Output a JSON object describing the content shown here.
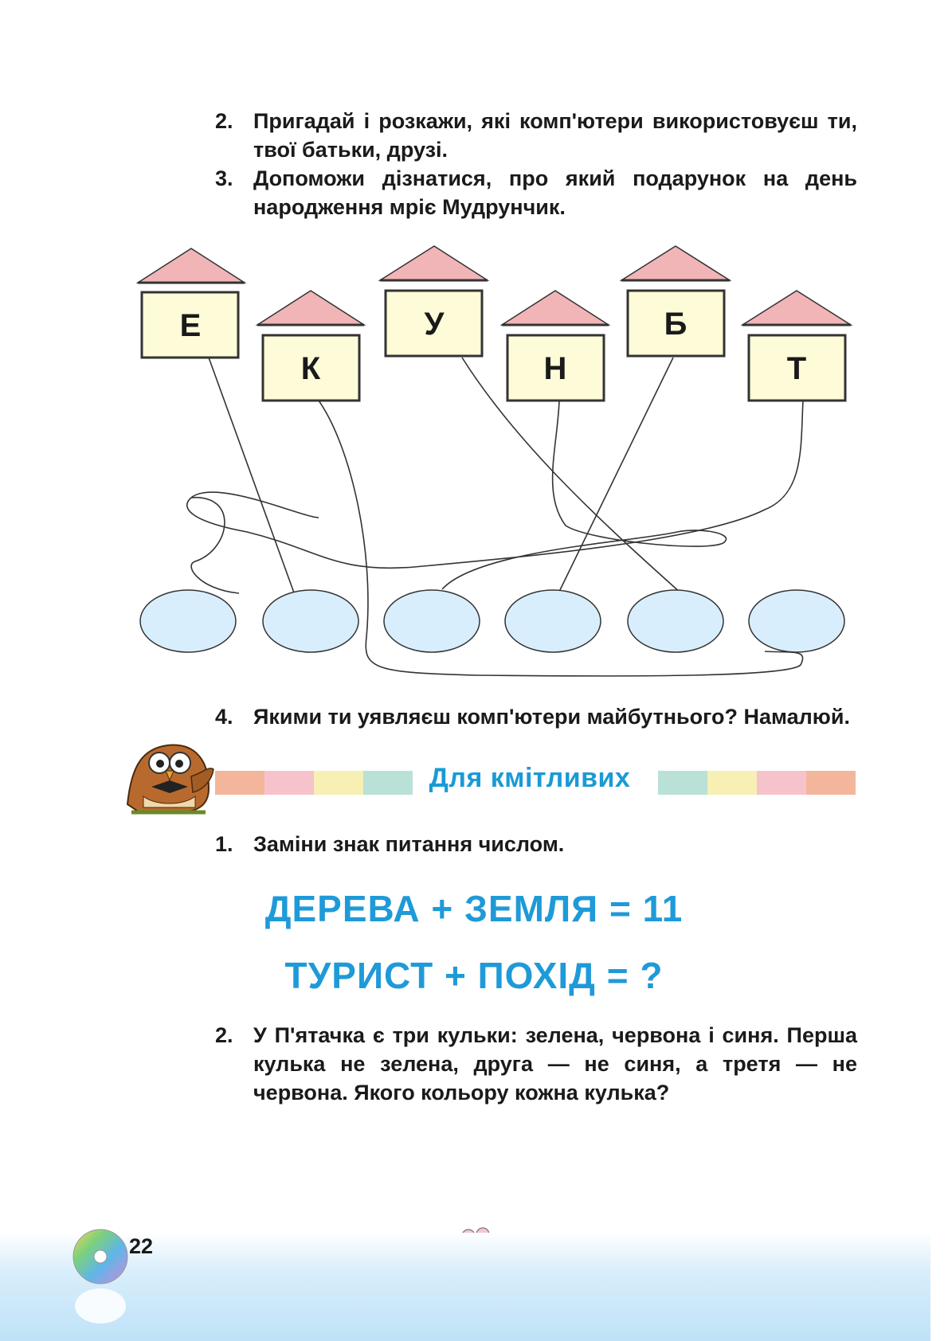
{
  "tasks_top": [
    {
      "num": "2.",
      "text": "Пригадай і розкажи, які комп'ютери використовуєш ти, твої батьки, друзі."
    },
    {
      "num": "3.",
      "text": "Допоможи дізнатися, про який подарунок на день народження мріє Мудрунчик."
    },
    {
      "num": "4.",
      "text": "Якими ти уявляєш комп'ютери майбутнього? Намалюй."
    }
  ],
  "puzzle": {
    "letters": [
      "Е",
      "К",
      "У",
      "Н",
      "Б",
      "Т"
    ]
  },
  "section": {
    "title": "Для кмітливих",
    "stripe_colors": [
      "#f4b69a",
      "#f6c3cc",
      "#f8efb4",
      "#b9e1d7"
    ]
  },
  "tasks_bottom": [
    {
      "num": "1.",
      "text": "Заміни знак питання числом."
    },
    {
      "num": "2.",
      "text": "У П'ятачка є три кульки: зелена, червона і синя. Перша кулька не зелена, друга — не синя, а третя — не червона. Якого кольору кожна кулька?"
    }
  ],
  "equations": [
    "ДЕРЕВА + ЗЕМЛЯ = 11",
    "ТУРИСТ + ПОХІД = ?"
  ],
  "footer": {
    "page_number": "22"
  },
  "colors": {
    "accent_blue": "#1f9ad8",
    "roof": "#f1b5b8",
    "house": "#fdfbd8",
    "ellipse": "#d8eefc"
  }
}
